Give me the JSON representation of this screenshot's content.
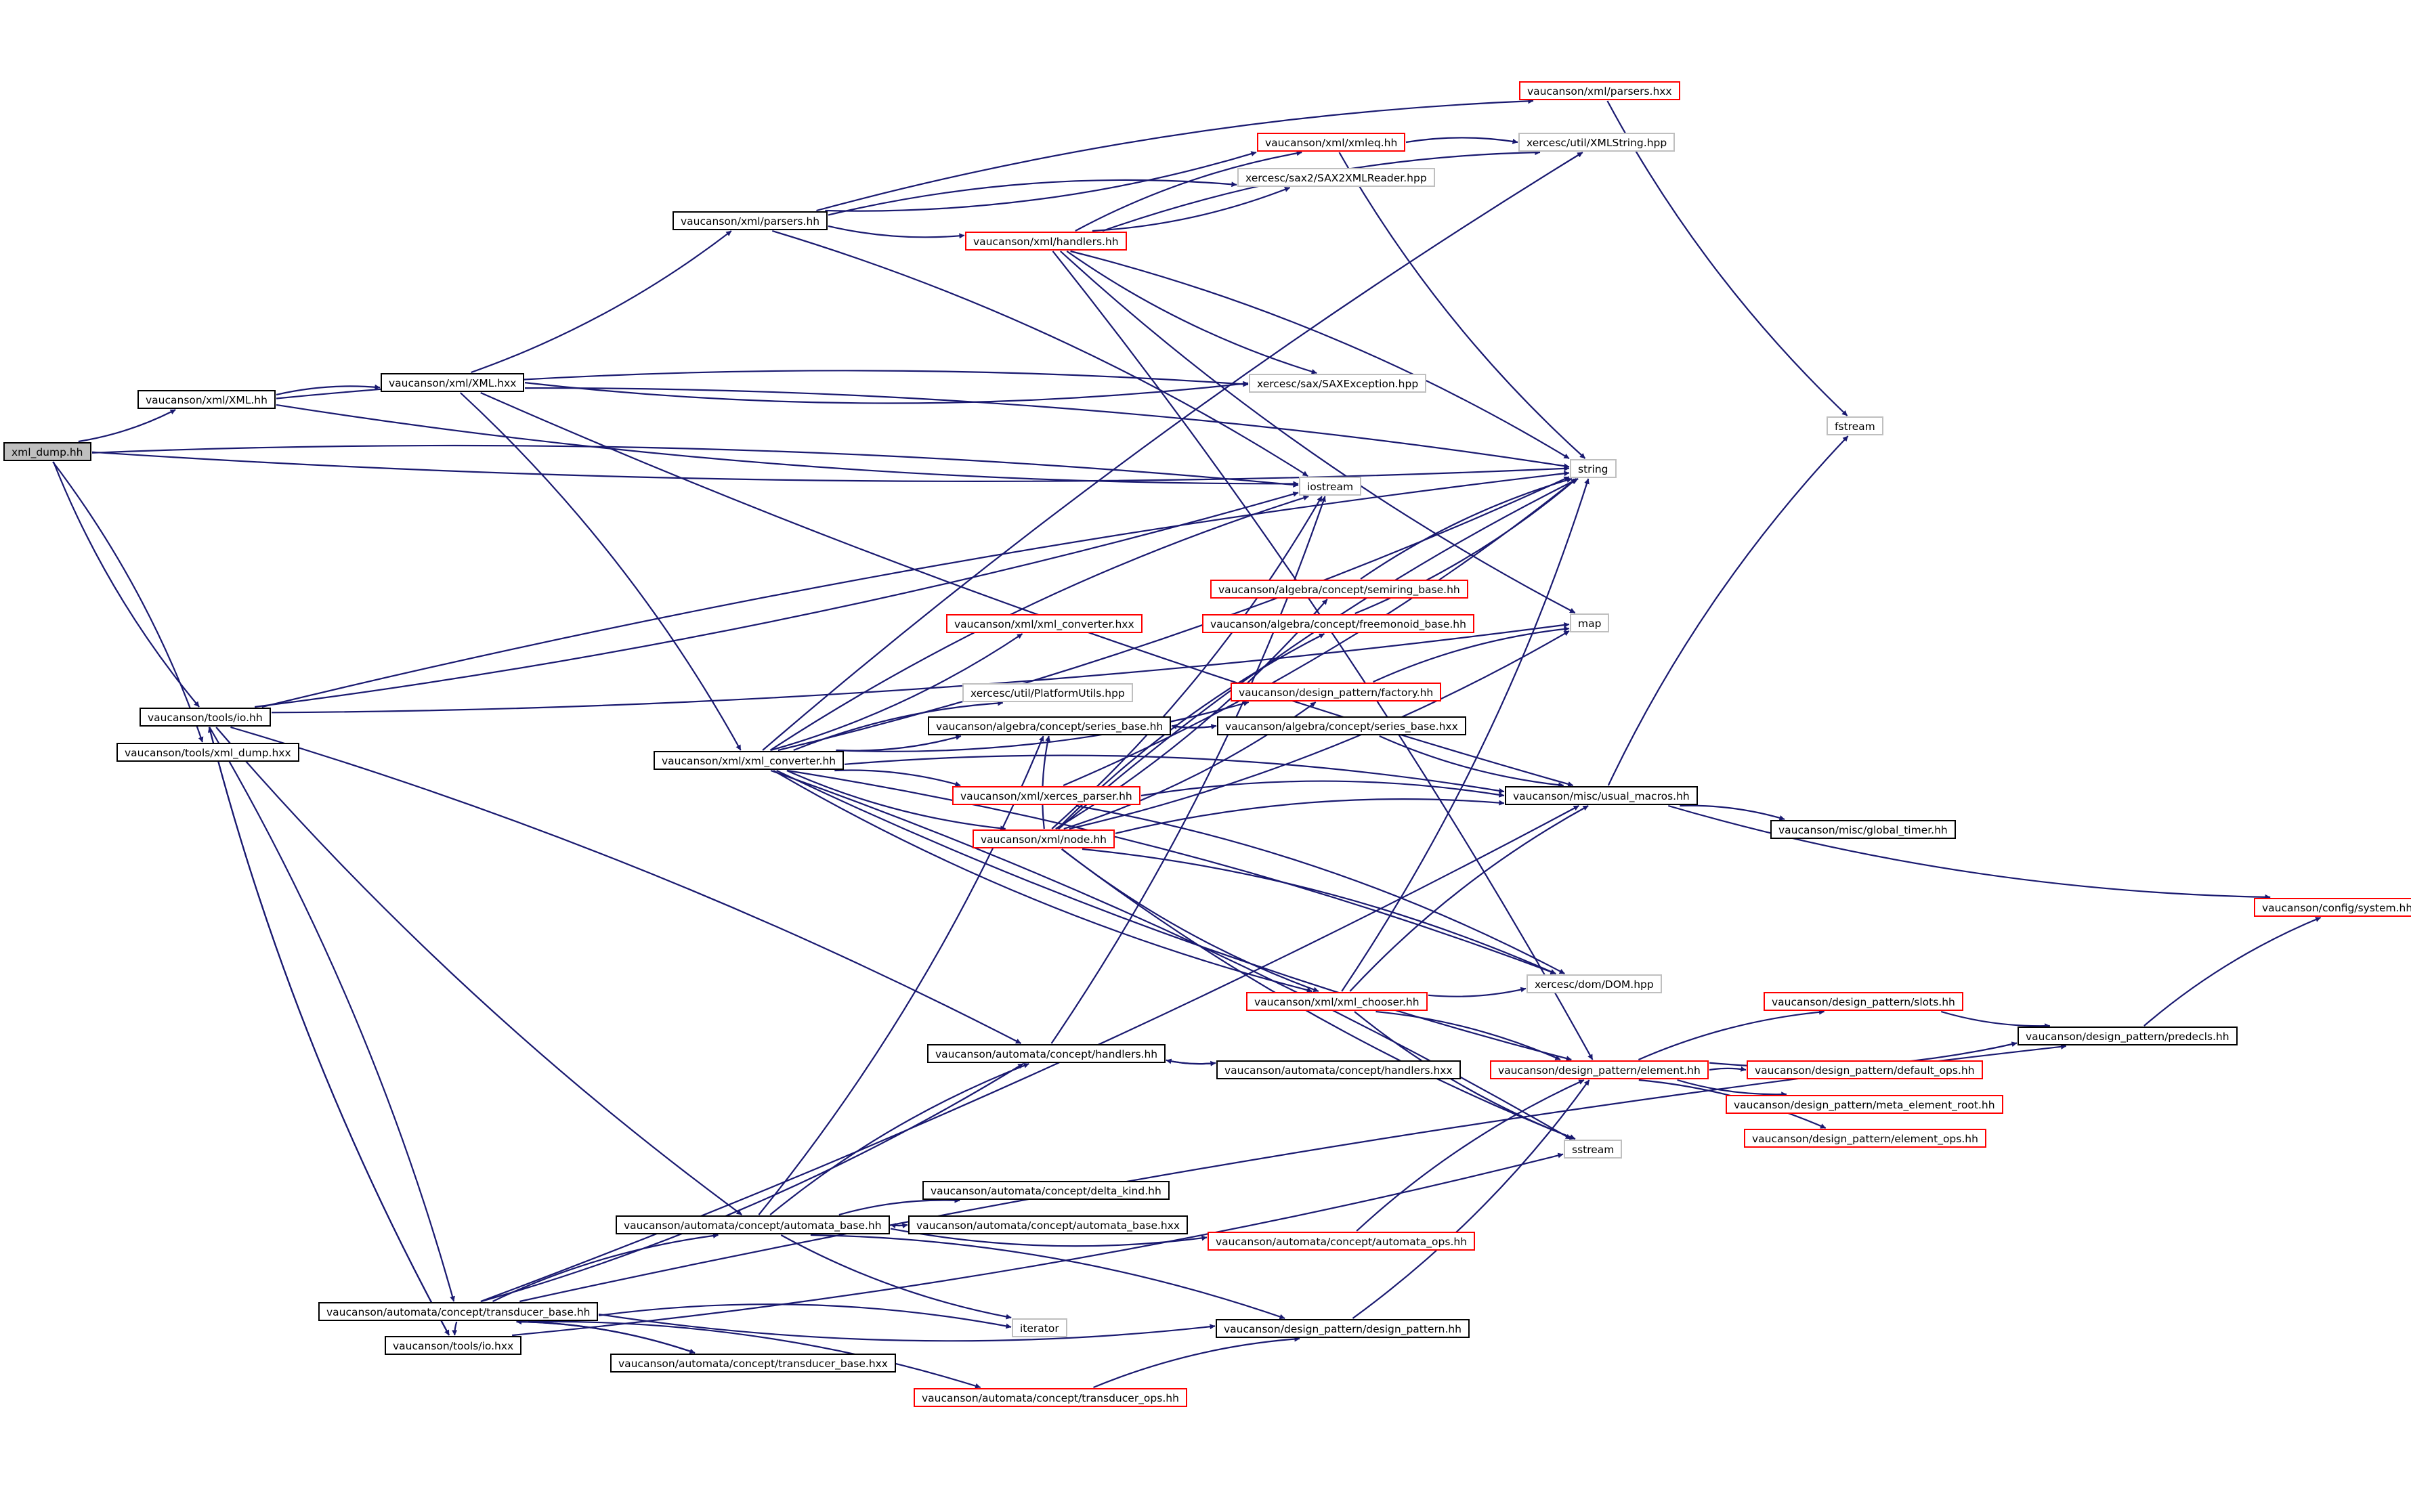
{
  "graph": {
    "nodes": [
      {
        "id": "xml_dump",
        "label": "xml_dump.hh",
        "style": "root"
      },
      {
        "id": "xml_XML_hh",
        "label": "vaucanson/xml/XML.hh",
        "style": "black"
      },
      {
        "id": "tools_io_hh",
        "label": "vaucanson/tools/io.hh",
        "style": "black"
      },
      {
        "id": "tools_xml_dump_hxx",
        "label": "vaucanson/tools/xml_dump.hxx",
        "style": "black"
      },
      {
        "id": "xml_XML_hxx",
        "label": "vaucanson/xml/XML.hxx",
        "style": "black"
      },
      {
        "id": "xml_parsers_hh",
        "label": "vaucanson/xml/parsers.hh",
        "style": "black"
      },
      {
        "id": "xml_xml_converter_hh",
        "label": "vaucanson/xml/xml_converter.hh",
        "style": "black"
      },
      {
        "id": "xml_parsers_hxx",
        "label": "vaucanson/xml/parsers.hxx",
        "style": "red"
      },
      {
        "id": "xml_xmleq_hh",
        "label": "vaucanson/xml/xmleq.hh",
        "style": "red"
      },
      {
        "id": "xml_handlers_hh",
        "label": "vaucanson/xml/handlers.hh",
        "style": "red"
      },
      {
        "id": "XMLString",
        "label": "xercesc/util/XMLString.hpp",
        "style": "gray"
      },
      {
        "id": "SAX2XMLReader",
        "label": "xercesc/sax2/SAX2XMLReader.hpp",
        "style": "gray"
      },
      {
        "id": "SAXException",
        "label": "xercesc/sax/SAXException.hpp",
        "style": "gray"
      },
      {
        "id": "fstream",
        "label": "fstream",
        "style": "gray"
      },
      {
        "id": "string",
        "label": "string",
        "style": "gray"
      },
      {
        "id": "iostream",
        "label": "iostream",
        "style": "gray"
      },
      {
        "id": "semiring_base_hh",
        "label": "vaucanson/algebra/concept/semiring_base.hh",
        "style": "red"
      },
      {
        "id": "freemonoid_base_hh",
        "label": "vaucanson/algebra/concept/freemonoid_base.hh",
        "style": "red"
      },
      {
        "id": "xml_converter_hxx",
        "label": "vaucanson/xml/xml_converter.hxx",
        "style": "red"
      },
      {
        "id": "map",
        "label": "map",
        "style": "gray"
      },
      {
        "id": "PlatformUtils",
        "label": "xercesc/util/PlatformUtils.hpp",
        "style": "gray"
      },
      {
        "id": "design_pattern_factory_hh",
        "label": "vaucanson/design_pattern/factory.hh",
        "style": "red"
      },
      {
        "id": "series_base_hh",
        "label": "vaucanson/algebra/concept/series_base.hh",
        "style": "black"
      },
      {
        "id": "series_base_hxx",
        "label": "vaucanson/algebra/concept/series_base.hxx",
        "style": "black"
      },
      {
        "id": "xerces_parser_hh",
        "label": "vaucanson/xml/xerces_parser.hh",
        "style": "red"
      },
      {
        "id": "usual_macros_hh",
        "label": "vaucanson/misc/usual_macros.hh",
        "style": "black"
      },
      {
        "id": "xml_node_hh",
        "label": "vaucanson/xml/node.hh",
        "style": "red"
      },
      {
        "id": "global_timer_hh",
        "label": "vaucanson/misc/global_timer.hh",
        "style": "black"
      },
      {
        "id": "config_system_hh",
        "label": "vaucanson/config/system.hh",
        "style": "red"
      },
      {
        "id": "xml_chooser_hh",
        "label": "vaucanson/xml/xml_chooser.hh",
        "style": "red"
      },
      {
        "id": "DOM_hpp",
        "label": "xercesc/dom/DOM.hpp",
        "style": "gray"
      },
      {
        "id": "slots_hh",
        "label": "vaucanson/design_pattern/slots.hh",
        "style": "red"
      },
      {
        "id": "predecls_hh",
        "label": "vaucanson/design_pattern/predecls.hh",
        "style": "black"
      },
      {
        "id": "automata_handlers_hh",
        "label": "vaucanson/automata/concept/handlers.hh",
        "style": "black"
      },
      {
        "id": "automata_handlers_hxx",
        "label": "vaucanson/automata/concept/handlers.hxx",
        "style": "black"
      },
      {
        "id": "element_hh",
        "label": "vaucanson/design_pattern/element.hh",
        "style": "red"
      },
      {
        "id": "default_ops_hh",
        "label": "vaucanson/design_pattern/default_ops.hh",
        "style": "red"
      },
      {
        "id": "meta_element_root_hh",
        "label": "vaucanson/design_pattern/meta_element_root.hh",
        "style": "red"
      },
      {
        "id": "element_ops_hh",
        "label": "vaucanson/design_pattern/element_ops.hh",
        "style": "red"
      },
      {
        "id": "sstream",
        "label": "sstream",
        "style": "gray"
      },
      {
        "id": "delta_kind_hh",
        "label": "vaucanson/automata/concept/delta_kind.hh",
        "style": "black"
      },
      {
        "id": "automata_base_hh",
        "label": "vaucanson/automata/concept/automata_base.hh",
        "style": "black"
      },
      {
        "id": "automata_base_hxx",
        "label": "vaucanson/automata/concept/automata_base.hxx",
        "style": "black"
      },
      {
        "id": "automata_ops_hh",
        "label": "vaucanson/automata/concept/automata_ops.hh",
        "style": "red"
      },
      {
        "id": "transducer_base_hh",
        "label": "vaucanson/automata/concept/transducer_base.hh",
        "style": "black"
      },
      {
        "id": "iterator",
        "label": "iterator",
        "style": "gray"
      },
      {
        "id": "design_pattern_hh",
        "label": "vaucanson/design_pattern/design_pattern.hh",
        "style": "black"
      },
      {
        "id": "tools_io_hxx",
        "label": "vaucanson/tools/io.hxx",
        "style": "black"
      },
      {
        "id": "transducer_base_hxx",
        "label": "vaucanson/automata/concept/transducer_base.hxx",
        "style": "black"
      },
      {
        "id": "transducer_ops_hh",
        "label": "vaucanson/automata/concept/transducer_ops.hh",
        "style": "red"
      }
    ],
    "edges": [
      [
        "xml_dump",
        "xml_XML_hh"
      ],
      [
        "xml_dump",
        "iostream"
      ],
      [
        "xml_dump",
        "tools_io_hh"
      ],
      [
        "xml_dump",
        "tools_xml_dump_hxx"
      ],
      [
        "xml_dump",
        "string"
      ],
      [
        "xml_XML_hh",
        "xml_XML_hxx"
      ],
      [
        "xml_XML_hh",
        "iostream"
      ],
      [
        "xml_XML_hh",
        "SAXException"
      ],
      [
        "xml_XML_hxx",
        "xml_parsers_hh"
      ],
      [
        "xml_XML_hxx",
        "xml_xml_converter_hh"
      ],
      [
        "xml_XML_hxx",
        "SAXException"
      ],
      [
        "xml_XML_hxx",
        "string"
      ],
      [
        "xml_XML_hxx",
        "usual_macros_hh"
      ],
      [
        "xml_parsers_hh",
        "xml_parsers_hxx"
      ],
      [
        "xml_parsers_hh",
        "xml_xmleq_hh"
      ],
      [
        "xml_parsers_hh",
        "SAX2XMLReader"
      ],
      [
        "xml_parsers_hh",
        "xml_handlers_hh"
      ],
      [
        "xml_parsers_hh",
        "iostream"
      ],
      [
        "xml_parsers_hxx",
        "fstream"
      ],
      [
        "xml_xmleq_hh",
        "XMLString"
      ],
      [
        "xml_xmleq_hh",
        "string"
      ],
      [
        "xml_handlers_hh",
        "xml_xmleq_hh"
      ],
      [
        "xml_handlers_hh",
        "SAX2XMLReader"
      ],
      [
        "xml_handlers_hh",
        "XMLString"
      ],
      [
        "xml_handlers_hh",
        "SAXException"
      ],
      [
        "xml_handlers_hh",
        "string"
      ],
      [
        "xml_handlers_hh",
        "map"
      ],
      [
        "xml_handlers_hh",
        "element_hh"
      ],
      [
        "tools_io_hh",
        "iostream"
      ],
      [
        "tools_io_hh",
        "string"
      ],
      [
        "tools_io_hh",
        "map"
      ],
      [
        "tools_io_hh",
        "automata_handlers_hh"
      ],
      [
        "tools_io_hh",
        "automata_base_hh"
      ],
      [
        "tools_io_hh",
        "transducer_base_hh"
      ],
      [
        "tools_io_hh",
        "tools_io_hxx"
      ],
      [
        "tools_io_hxx",
        "tools_io_hh"
      ],
      [
        "tools_io_hxx",
        "sstream"
      ],
      [
        "xml_xml_converter_hh",
        "XMLString"
      ],
      [
        "xml_xml_converter_hh",
        "xml_converter_hxx"
      ],
      [
        "xml_xml_converter_hh",
        "PlatformUtils"
      ],
      [
        "xml_xml_converter_hh",
        "string"
      ],
      [
        "xml_xml_converter_hh",
        "iostream"
      ],
      [
        "xml_xml_converter_hh",
        "design_pattern_factory_hh"
      ],
      [
        "xml_xml_converter_hh",
        "xerces_parser_hh"
      ],
      [
        "xml_xml_converter_hh",
        "xml_node_hh"
      ],
      [
        "xml_xml_converter_hh",
        "usual_macros_hh"
      ],
      [
        "xml_xml_converter_hh",
        "xml_chooser_hh"
      ],
      [
        "xml_xml_converter_hh",
        "DOM_hpp"
      ],
      [
        "xml_xml_converter_hh",
        "element_hh"
      ],
      [
        "xml_xml_converter_hh",
        "sstream"
      ],
      [
        "xml_xml_converter_hh",
        "series_base_hh"
      ],
      [
        "semiring_base_hh",
        "string"
      ],
      [
        "freemonoid_base_hh",
        "string"
      ],
      [
        "design_pattern_factory_hh",
        "map"
      ],
      [
        "series_base_hh",
        "series_base_hxx"
      ],
      [
        "series_base_hxx",
        "series_base_hh"
      ],
      [
        "series_base_hxx",
        "usual_macros_hh"
      ],
      [
        "xerces_parser_hh",
        "usual_macros_hh"
      ],
      [
        "xerces_parser_hh",
        "string"
      ],
      [
        "xerces_parser_hh",
        "DOM_hpp"
      ],
      [
        "xml_node_hh",
        "semiring_base_hh"
      ],
      [
        "xml_node_hh",
        "freemonoid_base_hh"
      ],
      [
        "xml_node_hh",
        "design_pattern_factory_hh"
      ],
      [
        "xml_node_hh",
        "series_base_hh"
      ],
      [
        "xml_node_hh",
        "map"
      ],
      [
        "xml_node_hh",
        "string"
      ],
      [
        "xml_node_hh",
        "iostream"
      ],
      [
        "xml_node_hh",
        "usual_macros_hh"
      ],
      [
        "xml_node_hh",
        "xml_chooser_hh"
      ],
      [
        "xml_node_hh",
        "DOM_hpp"
      ],
      [
        "xml_node_hh",
        "sstream"
      ],
      [
        "usual_macros_hh",
        "global_timer_hh"
      ],
      [
        "usual_macros_hh",
        "config_system_hh"
      ],
      [
        "usual_macros_hh",
        "fstream"
      ],
      [
        "xml_chooser_hh",
        "DOM_hpp"
      ],
      [
        "xml_chooser_hh",
        "usual_macros_hh"
      ],
      [
        "xml_chooser_hh",
        "string"
      ],
      [
        "xml_chooser_hh",
        "element_hh"
      ],
      [
        "xml_chooser_hh",
        "sstream"
      ],
      [
        "element_hh",
        "slots_hh"
      ],
      [
        "element_hh",
        "predecls_hh"
      ],
      [
        "element_hh",
        "default_ops_hh"
      ],
      [
        "element_hh",
        "meta_element_root_hh"
      ],
      [
        "element_hh",
        "element_ops_hh"
      ],
      [
        "slots_hh",
        "predecls_hh"
      ],
      [
        "predecls_hh",
        "config_system_hh"
      ],
      [
        "automata_handlers_hh",
        "automata_handlers_hxx"
      ],
      [
        "automata_handlers_hxx",
        "automata_handlers_hh"
      ],
      [
        "automata_handlers_hh",
        "iostream"
      ],
      [
        "automata_base_hh",
        "delta_kind_hh"
      ],
      [
        "automata_base_hh",
        "automata_base_hxx"
      ],
      [
        "automata_base_hxx",
        "automata_base_hh"
      ],
      [
        "automata_base_hh",
        "automata_ops_hh"
      ],
      [
        "automata_base_hh",
        "automata_handlers_hh"
      ],
      [
        "automata_base_hh",
        "series_base_hh"
      ],
      [
        "automata_base_hh",
        "design_pattern_hh"
      ],
      [
        "automata_base_hh",
        "iterator"
      ],
      [
        "transducer_base_hh",
        "automata_base_hh"
      ],
      [
        "transducer_base_hh",
        "automata_handlers_hh"
      ],
      [
        "transducer_base_hh",
        "iterator"
      ],
      [
        "transducer_base_hh",
        "design_pattern_hh"
      ],
      [
        "transducer_base_hh",
        "transducer_base_hxx"
      ],
      [
        "transducer_base_hxx",
        "transducer_base_hh"
      ],
      [
        "transducer_base_hh",
        "transducer_ops_hh"
      ],
      [
        "transducer_base_hh",
        "usual_macros_hh"
      ],
      [
        "transducer_base_hh",
        "predecls_hh"
      ],
      [
        "transducer_base_hh",
        "tools_io_hxx"
      ],
      [
        "transducer_ops_hh",
        "design_pattern_hh"
      ],
      [
        "design_pattern_hh",
        "element_hh"
      ],
      [
        "automata_ops_hh",
        "element_hh"
      ]
    ]
  }
}
